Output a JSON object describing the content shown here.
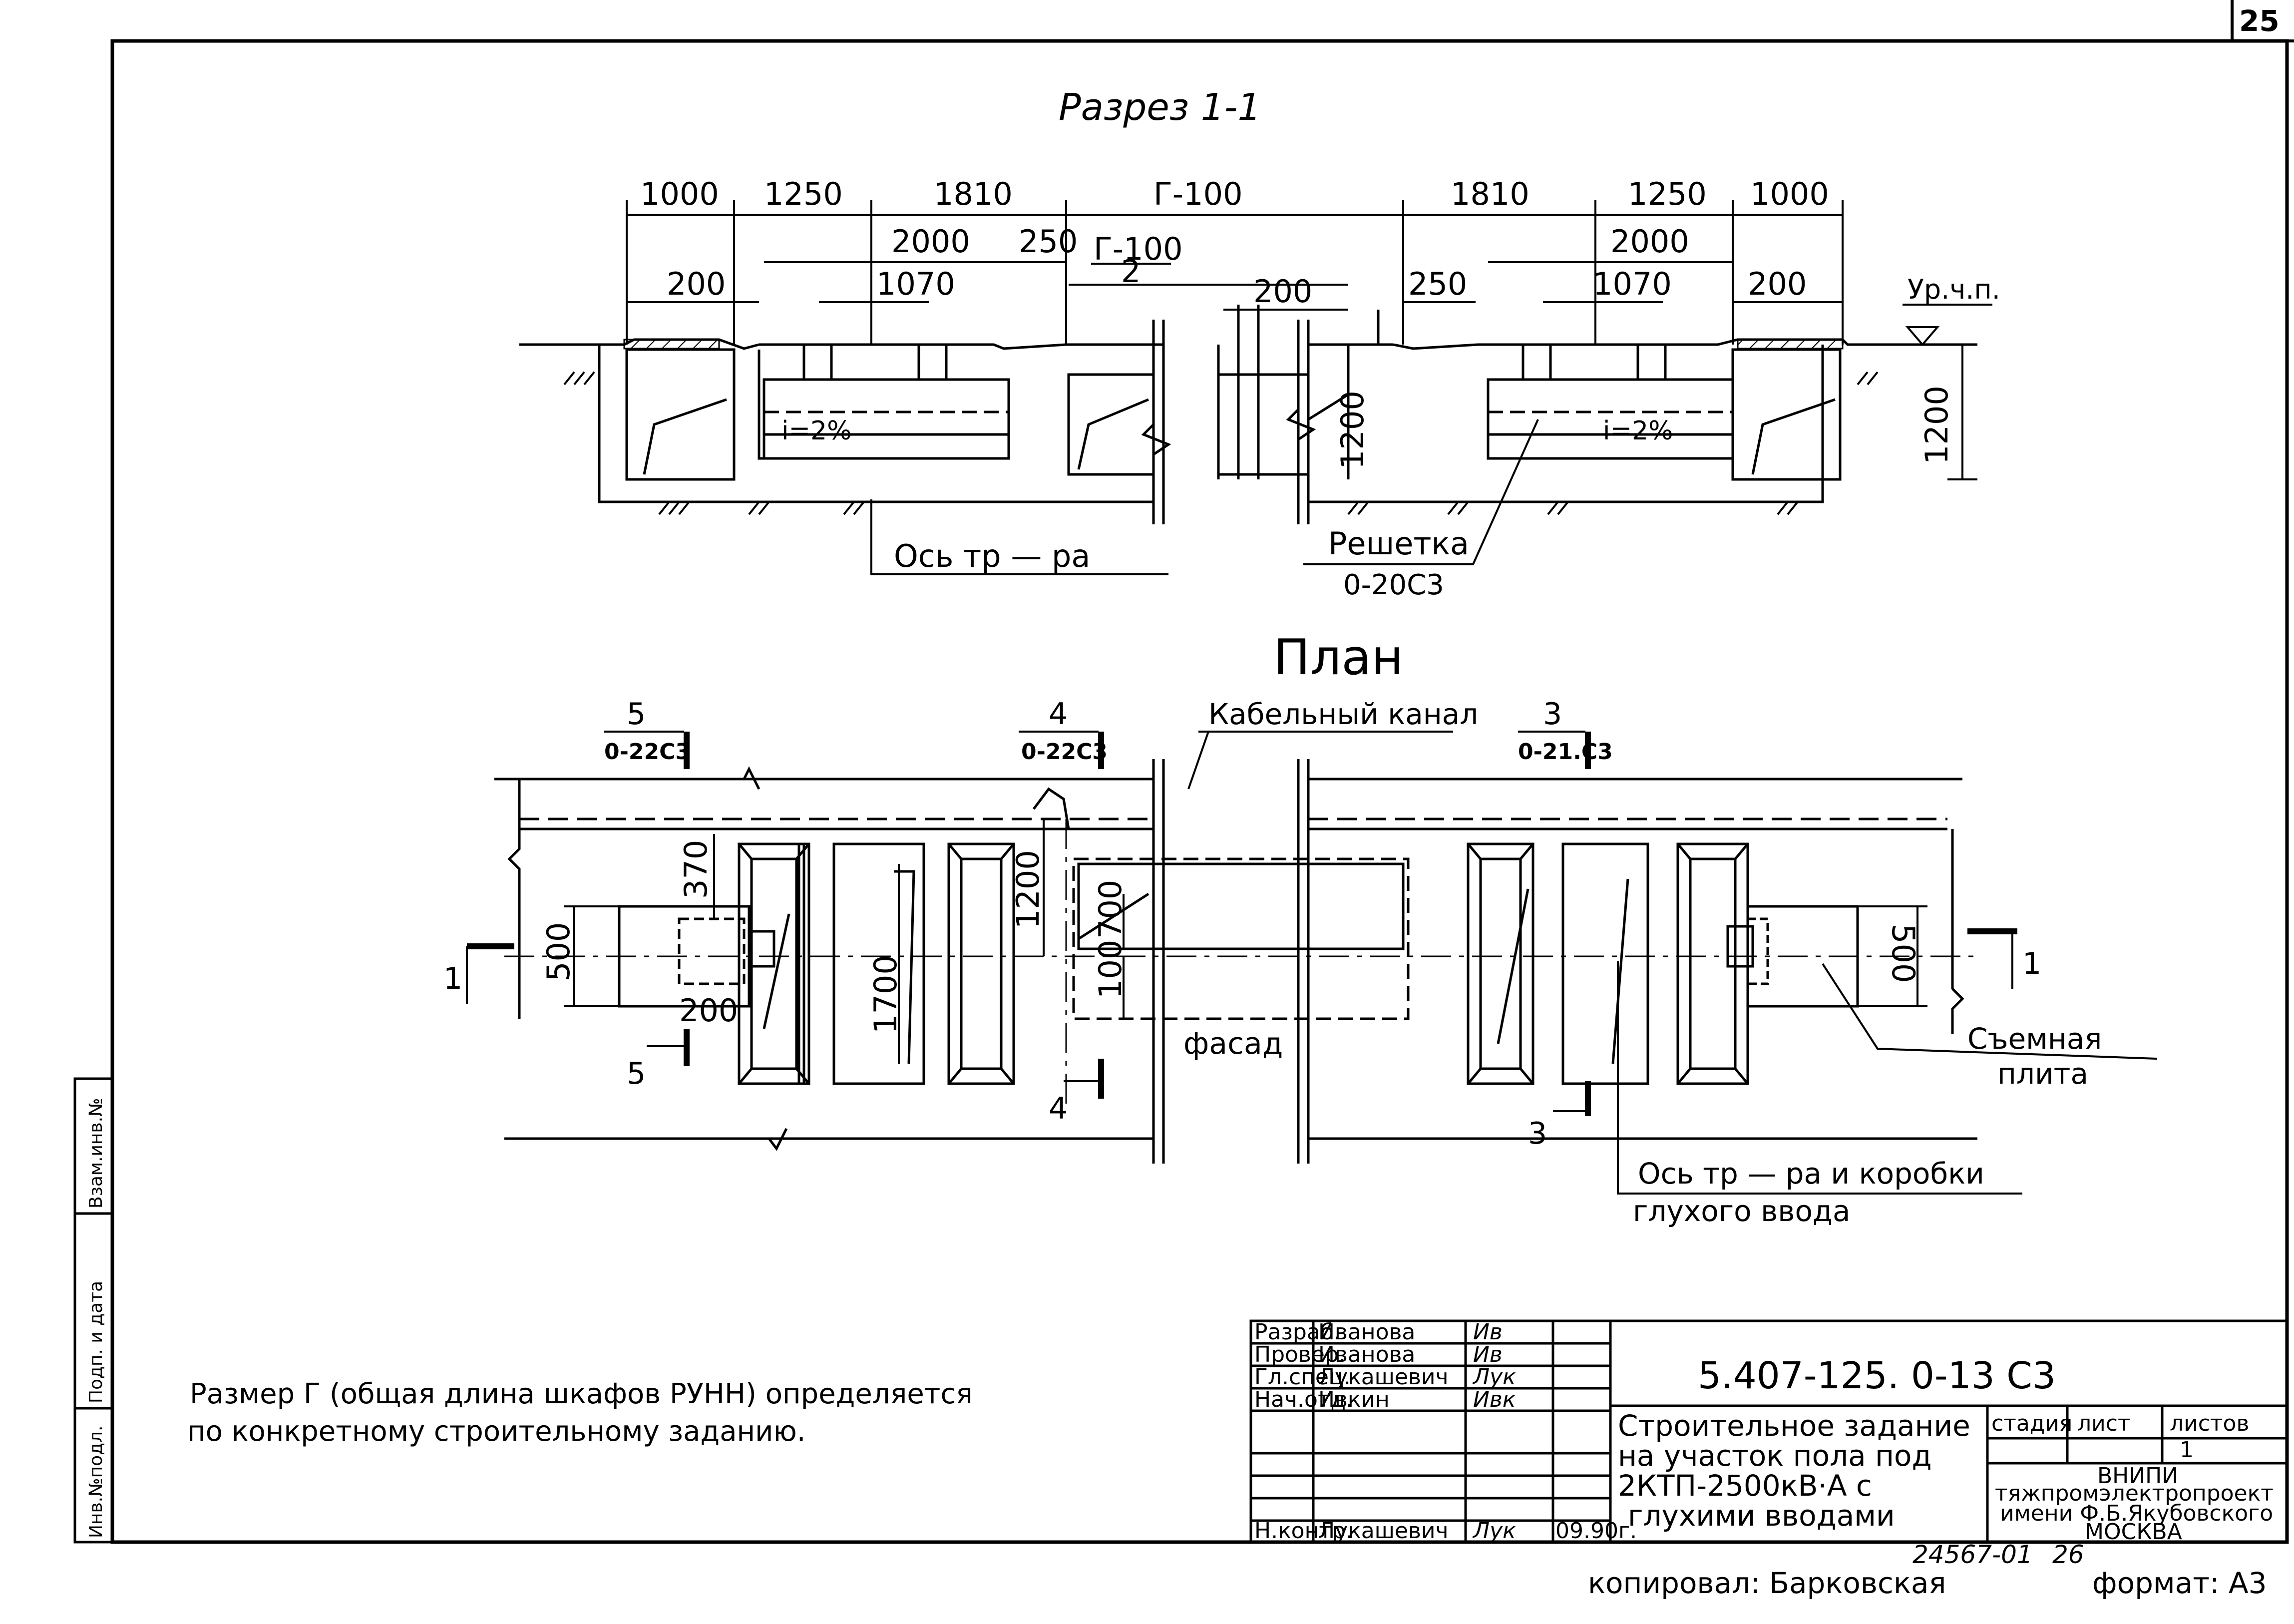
{
  "page_number": "25",
  "section_title": "Разрез 1-1",
  "plan_title": "План",
  "section_dims_top": [
    "1000",
    "1250",
    "1810",
    "Г-100",
    "1810",
    "1250",
    "1000"
  ],
  "section_dims_inner_left": [
    "2000",
    "250",
    "200",
    "1070"
  ],
  "section_dims_inner_right": [
    "2000",
    "250",
    "200",
    "1070"
  ],
  "section_fraction": {
    "num": "Г-100",
    "den": "2"
  },
  "section_mid_200": "200",
  "floor_level": "Ур.ч.п.",
  "depth_1200": "1200",
  "slope": "i=2%",
  "axis_label": "Ось тр — ра",
  "grate_label": "Решетка",
  "grate_code": "0-20С3",
  "cable_channel": "Кабельный канал",
  "cut_marks": [
    {
      "num": "5",
      "code": "0-22С3"
    },
    {
      "num": "4",
      "code": "0-22С3"
    },
    {
      "num": "3",
      "code": "0-21.С3"
    }
  ],
  "cut_1": "1",
  "plan_dims": {
    "d500": "500",
    "d370": "370",
    "d200": "200",
    "d1200": "1200",
    "d700": "700",
    "d100": "100",
    "d1700": "1700",
    "d500r": "500"
  },
  "facade": "фасад",
  "removable_slab": [
    "Съемная",
    "плита"
  ],
  "axis_box_label": [
    "Ось тр — ра и коробки",
    "глухого ввода"
  ],
  "note": [
    "Размер Г (общая длина шкафов РУНН) определяется",
    "по конкретному строительному заданию."
  ],
  "side_stamp": [
    "Инв.№подл.",
    "Подп. и дата",
    "Взам.инв.№"
  ],
  "title_block": {
    "rows": [
      {
        "role": "Разраб.",
        "name": "Иванова",
        "sign": "Ив"
      },
      {
        "role": "Провер.",
        "name": "Иванова",
        "sign": "Ив"
      },
      {
        "role": "Гл.спец.",
        "name": "Лукашевич",
        "sign": "Лук"
      },
      {
        "role": "Нач.отд.",
        "name": "Ивкин",
        "sign": "Ивк"
      },
      {
        "role": "Н.контр.",
        "name": "Лукашевич",
        "sign": "Лук",
        "date": "09.90г."
      }
    ],
    "code": "5.407-125. 0-13 С3",
    "description": [
      "Строительное задание",
      "на участок пола под",
      "2КТП-2500кВ·А с",
      "глухими вводами"
    ],
    "headers": [
      "стадия",
      "лист",
      "листов"
    ],
    "sheet": "1",
    "org": [
      "ВНИПИ",
      "тяжпромэлектропроект",
      "имени Ф.Б.Якубовского",
      "МОСКВА"
    ]
  },
  "copied": "копировал: Барковская",
  "archive_no": "24567-01",
  "archive_sheet": "26",
  "format": "формат: А3"
}
